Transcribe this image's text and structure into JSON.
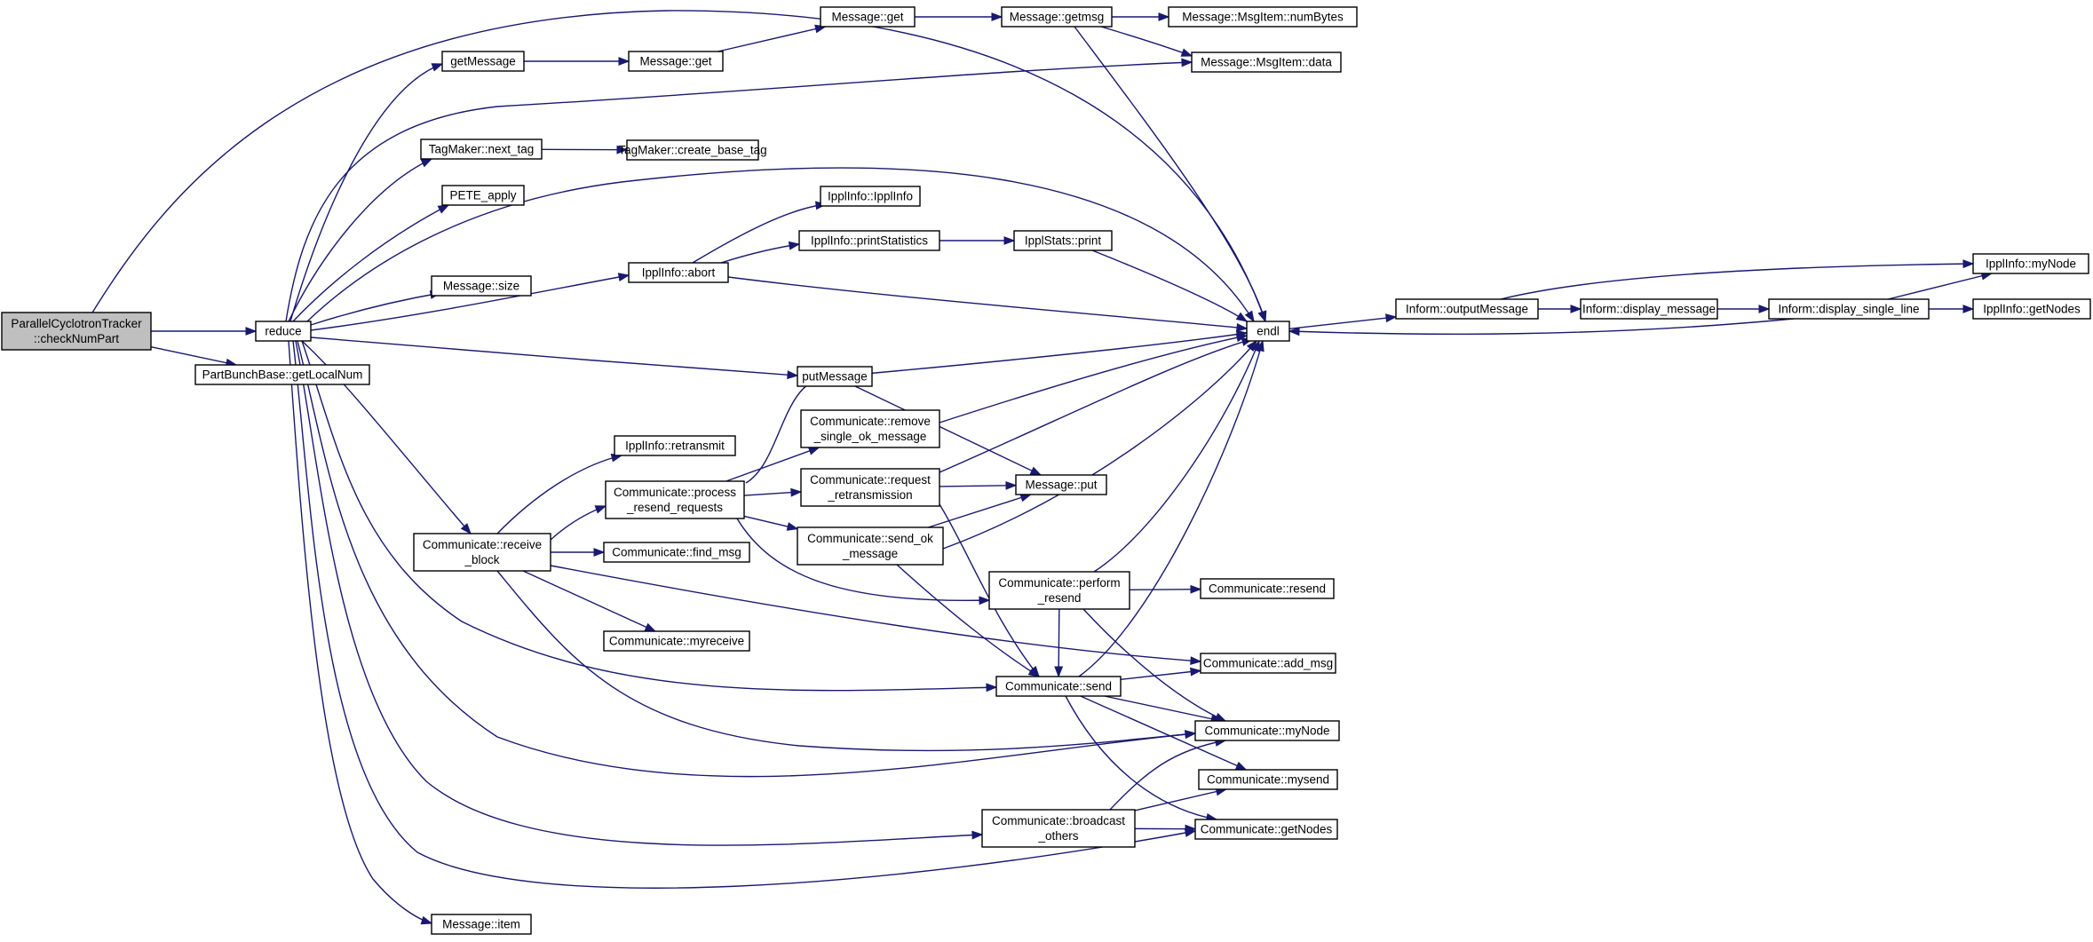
{
  "diagram": {
    "type": "call-graph",
    "colors": {
      "edge": "#191970",
      "node_border": "#000000",
      "root_fill": "#bfbfbf",
      "node_fill": "#ffffff"
    },
    "nodes": [
      {
        "id": "root",
        "lines": [
          "ParallelCyclotronTracker",
          "::checkNumPart"
        ],
        "root": true
      },
      {
        "id": "reduce",
        "lines": [
          "reduce"
        ]
      },
      {
        "id": "getLocalNum",
        "lines": [
          "PartBunchBase::getLocalNum"
        ]
      },
      {
        "id": "getMessage",
        "lines": [
          "getMessage"
        ]
      },
      {
        "id": "nextTag",
        "lines": [
          "TagMaker::next_tag"
        ]
      },
      {
        "id": "pete",
        "lines": [
          "PETE_apply"
        ]
      },
      {
        "id": "msgSize",
        "lines": [
          "Message::size"
        ]
      },
      {
        "id": "abort",
        "lines": [
          "IpplInfo::abort"
        ]
      },
      {
        "id": "putMessage",
        "lines": [
          "putMessage"
        ]
      },
      {
        "id": "retransmit",
        "lines": [
          "IpplInfo::retransmit"
        ]
      },
      {
        "id": "recvBlock",
        "lines": [
          "Communicate::receive",
          "_block"
        ]
      },
      {
        "id": "msgItem",
        "lines": [
          "Message::item"
        ]
      },
      {
        "id": "msgGet2",
        "lines": [
          "Message::get"
        ]
      },
      {
        "id": "msgGet1",
        "lines": [
          "Message::get"
        ]
      },
      {
        "id": "createBase",
        "lines": [
          "TagMaker::create_base_tag"
        ]
      },
      {
        "id": "ipplInfoCtor",
        "lines": [
          "IpplInfo::IpplInfo"
        ]
      },
      {
        "id": "printStats",
        "lines": [
          "IpplInfo::printStatistics"
        ]
      },
      {
        "id": "procResend",
        "lines": [
          "Communicate::process",
          "_resend_requests"
        ]
      },
      {
        "id": "findMsg",
        "lines": [
          "Communicate::find_msg"
        ]
      },
      {
        "id": "myRecv",
        "lines": [
          "Communicate::myreceive"
        ]
      },
      {
        "id": "bcast",
        "lines": [
          "Communicate::broadcast",
          "_others"
        ]
      },
      {
        "id": "getmsg",
        "lines": [
          "Message::getmsg"
        ]
      },
      {
        "id": "statsPrint",
        "lines": [
          "IpplStats::print"
        ]
      },
      {
        "id": "removeOk",
        "lines": [
          "Communicate::remove",
          "_single_ok_message"
        ]
      },
      {
        "id": "reqRetr",
        "lines": [
          "Communicate::request",
          "_retransmission"
        ]
      },
      {
        "id": "sendOk",
        "lines": [
          "Communicate::send_ok",
          "_message"
        ]
      },
      {
        "id": "perfResend",
        "lines": [
          "Communicate::perform",
          "_resend"
        ]
      },
      {
        "id": "send",
        "lines": [
          "Communicate::send"
        ]
      },
      {
        "id": "msgPut",
        "lines": [
          "Message::put"
        ]
      },
      {
        "id": "numBytes",
        "lines": [
          "Message::MsgItem::numBytes"
        ]
      },
      {
        "id": "msgData",
        "lines": [
          "Message::MsgItem::data"
        ]
      },
      {
        "id": "endl",
        "lines": [
          "endl"
        ]
      },
      {
        "id": "resend",
        "lines": [
          "Communicate::resend"
        ]
      },
      {
        "id": "addMsg",
        "lines": [
          "Communicate::add_msg"
        ]
      },
      {
        "id": "commMyNode",
        "lines": [
          "Communicate::myNode"
        ]
      },
      {
        "id": "mySend",
        "lines": [
          "Communicate::mysend"
        ]
      },
      {
        "id": "commGetNodes",
        "lines": [
          "Communicate::getNodes"
        ]
      },
      {
        "id": "outMsg",
        "lines": [
          "Inform::outputMessage"
        ]
      },
      {
        "id": "dispMsg",
        "lines": [
          "Inform::display_message"
        ]
      },
      {
        "id": "dispLine",
        "lines": [
          "Inform::display_single_line"
        ]
      },
      {
        "id": "ipplMyNode",
        "lines": [
          "IpplInfo::myNode"
        ]
      },
      {
        "id": "ipplGetNodes",
        "lines": [
          "IpplInfo::getNodes"
        ]
      }
    ],
    "edges": [
      [
        "root",
        "reduce"
      ],
      [
        "root",
        "getLocalNum"
      ],
      [
        "root",
        "endl"
      ],
      [
        "reduce",
        "getMessage"
      ],
      [
        "reduce",
        "msgData"
      ],
      [
        "reduce",
        "nextTag"
      ],
      [
        "reduce",
        "pete"
      ],
      [
        "reduce",
        "endl"
      ],
      [
        "reduce",
        "msgSize"
      ],
      [
        "reduce",
        "abort"
      ],
      [
        "reduce",
        "putMessage"
      ],
      [
        "reduce",
        "recvBlock"
      ],
      [
        "reduce",
        "send"
      ],
      [
        "reduce",
        "commMyNode"
      ],
      [
        "reduce",
        "bcast"
      ],
      [
        "reduce",
        "commGetNodes"
      ],
      [
        "reduce",
        "msgItem"
      ],
      [
        "getMessage",
        "msgGet2"
      ],
      [
        "msgGet2",
        "msgGet1"
      ],
      [
        "msgGet1",
        "getmsg"
      ],
      [
        "getmsg",
        "numBytes"
      ],
      [
        "getmsg",
        "msgData"
      ],
      [
        "getmsg",
        "endl"
      ],
      [
        "nextTag",
        "createBase"
      ],
      [
        "abort",
        "ipplInfoCtor"
      ],
      [
        "abort",
        "printStats"
      ],
      [
        "abort",
        "endl"
      ],
      [
        "printStats",
        "statsPrint"
      ],
      [
        "statsPrint",
        "endl"
      ],
      [
        "putMessage",
        "msgPut"
      ],
      [
        "recvBlock",
        "retransmit"
      ],
      [
        "recvBlock",
        "procResend"
      ],
      [
        "recvBlock",
        "findMsg"
      ],
      [
        "recvBlock",
        "myRecv"
      ],
      [
        "recvBlock",
        "addMsg"
      ],
      [
        "recvBlock",
        "commMyNode"
      ],
      [
        "procResend",
        "endl"
      ],
      [
        "procResend",
        "removeOk"
      ],
      [
        "procResend",
        "reqRetr"
      ],
      [
        "procResend",
        "sendOk"
      ],
      [
        "procResend",
        "perfResend"
      ],
      [
        "removeOk",
        "endl"
      ],
      [
        "reqRetr",
        "endl"
      ],
      [
        "reqRetr",
        "msgPut"
      ],
      [
        "reqRetr",
        "send"
      ],
      [
        "sendOk",
        "msgPut"
      ],
      [
        "sendOk",
        "endl"
      ],
      [
        "sendOk",
        "send"
      ],
      [
        "perfResend",
        "endl"
      ],
      [
        "perfResend",
        "resend"
      ],
      [
        "perfResend",
        "send"
      ],
      [
        "perfResend",
        "commMyNode"
      ],
      [
        "send",
        "endl"
      ],
      [
        "send",
        "addMsg"
      ],
      [
        "send",
        "commMyNode"
      ],
      [
        "send",
        "mySend"
      ],
      [
        "send",
        "commGetNodes"
      ],
      [
        "bcast",
        "commMyNode"
      ],
      [
        "bcast",
        "mySend"
      ],
      [
        "bcast",
        "commGetNodes"
      ],
      [
        "endl",
        "outMsg"
      ],
      [
        "outMsg",
        "dispMsg"
      ],
      [
        "outMsg",
        "ipplMyNode"
      ],
      [
        "dispMsg",
        "dispLine"
      ],
      [
        "dispLine",
        "ipplMyNode"
      ],
      [
        "dispLine",
        "ipplGetNodes"
      ],
      [
        "dispLine",
        "endl"
      ]
    ]
  }
}
